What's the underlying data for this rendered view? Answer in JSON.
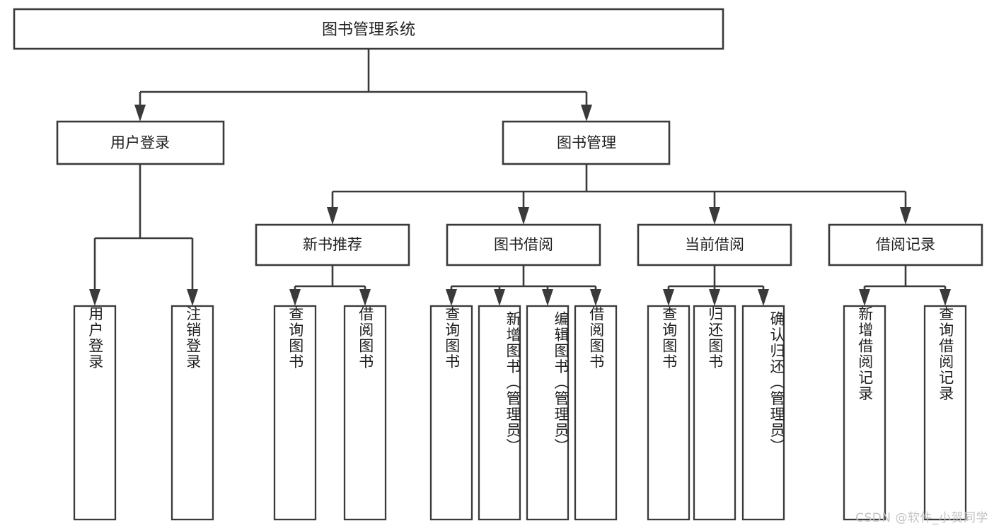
{
  "diagram": {
    "type": "hierarchy-tree",
    "title": "图书管理系统",
    "watermark": "CSDN @软件_小贺同学",
    "colors": {
      "stroke": "#3a3a3a",
      "fill": "#ffffff",
      "text": "#1f1f1f",
      "watermark": "#c3c3c3"
    },
    "levels": {
      "root": "图书管理系统",
      "tier2": [
        "用户登录",
        "图书管理"
      ],
      "tier3": [
        "新书推荐",
        "图书借阅",
        "当前借阅",
        "借阅记录"
      ]
    },
    "nodes": {
      "root": {
        "label": "图书管理系统"
      },
      "user_login": {
        "label": "用户登录"
      },
      "book_manage": {
        "label": "图书管理"
      },
      "new_book_rec": {
        "label": "新书推荐"
      },
      "book_borrow": {
        "label": "图书借阅"
      },
      "current_borrow": {
        "label": "当前借阅"
      },
      "borrow_record": {
        "label": "借阅记录"
      }
    },
    "leaves": {
      "user_login": [
        {
          "label": "用户登录",
          "align": "center"
        },
        {
          "label": "注销登录",
          "align": "center"
        }
      ],
      "new_book_rec": [
        {
          "label": "查询图书",
          "align": "center"
        },
        {
          "label": "借阅图书",
          "align": "center"
        }
      ],
      "book_borrow": [
        {
          "label": "查询图书",
          "align": "center"
        },
        {
          "label": "新增图书（管理员）",
          "align": "top"
        },
        {
          "label": "编辑图书（管理员）",
          "align": "top"
        },
        {
          "label": "借阅图书",
          "align": "center"
        }
      ],
      "current_borrow": [
        {
          "label": "查询图书",
          "align": "center"
        },
        {
          "label": "归还图书",
          "align": "center"
        },
        {
          "label": "确认归还（管理员）",
          "align": "top"
        }
      ],
      "borrow_record": [
        {
          "label": "新增借阅记录",
          "align": "center"
        },
        {
          "label": "查询借阅记录",
          "align": "center"
        }
      ]
    },
    "edges": [
      {
        "from": "root",
        "to": "user_login"
      },
      {
        "from": "root",
        "to": "book_manage"
      },
      {
        "from": "book_manage",
        "to": "new_book_rec"
      },
      {
        "from": "book_manage",
        "to": "book_borrow"
      },
      {
        "from": "book_manage",
        "to": "current_borrow"
      },
      {
        "from": "book_manage",
        "to": "borrow_record"
      },
      {
        "from": "user_login",
        "to": "用户登录"
      },
      {
        "from": "user_login",
        "to": "注销登录"
      },
      {
        "from": "new_book_rec",
        "to": "查询图书"
      },
      {
        "from": "new_book_rec",
        "to": "借阅图书"
      },
      {
        "from": "book_borrow",
        "to": "查询图书"
      },
      {
        "from": "book_borrow",
        "to": "新增图书（管理员）"
      },
      {
        "from": "book_borrow",
        "to": "编辑图书（管理员）"
      },
      {
        "from": "book_borrow",
        "to": "借阅图书"
      },
      {
        "from": "current_borrow",
        "to": "查询图书"
      },
      {
        "from": "current_borrow",
        "to": "归还图书"
      },
      {
        "from": "current_borrow",
        "to": "确认归还（管理员）"
      },
      {
        "from": "borrow_record",
        "to": "新增借阅记录"
      },
      {
        "from": "borrow_record",
        "to": "查询借阅记录"
      }
    ]
  }
}
